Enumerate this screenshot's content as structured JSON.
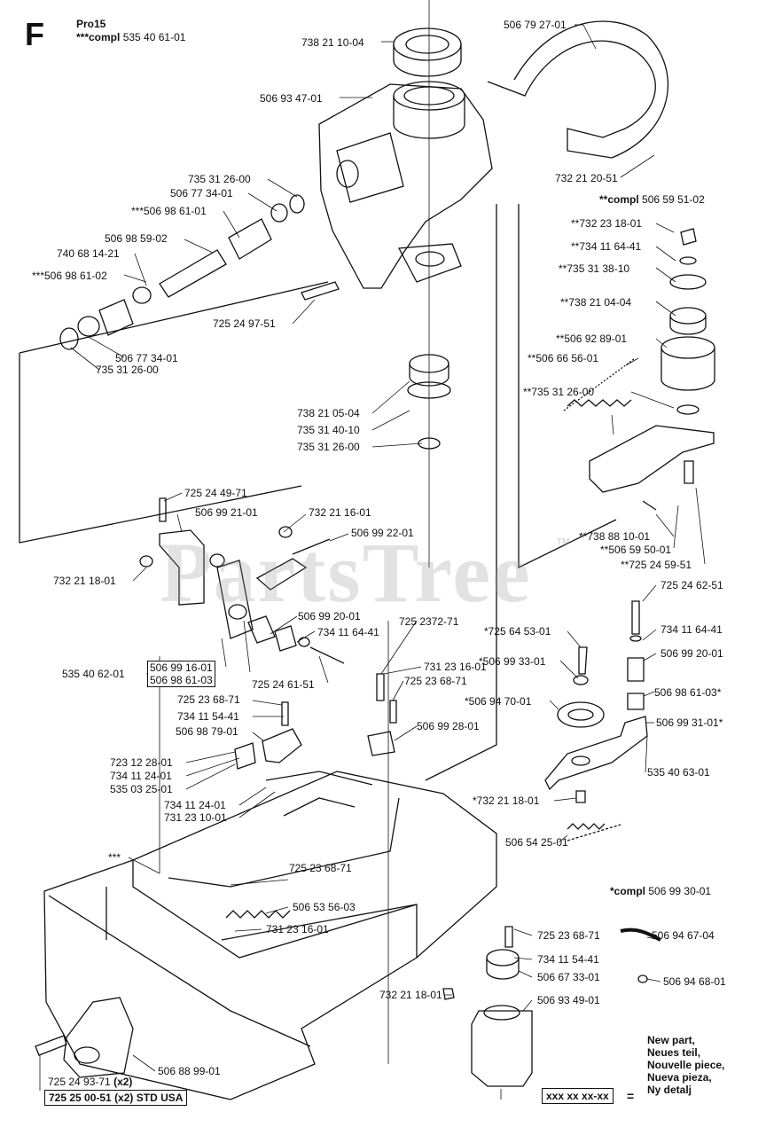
{
  "header": {
    "section_letter": "F",
    "model": "Pro15",
    "compl_prefix": "***compl",
    "compl_number": "535 40 61-01"
  },
  "watermark": {
    "text": "PartsTree",
    "tm": "TM"
  },
  "labels": {
    "p_738_21_10_04": "738 21 10-04",
    "p_506_79_27_01": "506 79 27-01",
    "p_506_93_47_01": "506 93 47-01",
    "p_732_21_20_51": "732 21 20-51",
    "p_735_31_26_00_a": "735 31 26-00",
    "p_506_77_34_01_a": "506 77 34-01",
    "p_506_98_61_01_a": "***506 98 61-01",
    "p_506_98_59_02": "506 98 59-02",
    "p_740_68_14_21": "740 68 14-21",
    "p_506_98_61_02": "***506 98 61-02",
    "p_725_24_97_51": "725 24 97-51",
    "p_506_77_34_01_b": "506 77 34-01",
    "p_735_31_26_00_b": "735 31 26-00",
    "compl_506_59_51_02_prefix": "**compl",
    "compl_506_59_51_02": "506 59 51-02",
    "p_732_23_18_01": "**732 23 18-01",
    "p_734_11_64_41_a": "**734 11 64-41",
    "p_735_31_38_10": "**735 31 38-10",
    "p_738_21_04_04": "**738 21 04-04",
    "p_506_92_89_01": "**506 92 89-01",
    "p_506_66_56_01": "**506 66 56-01",
    "p_735_31_26_00_c": "**735 31 26-00",
    "p_738_21_05_04": "738 21 05-04",
    "p_735_31_40_10": "735 31 40-10",
    "p_735_31_26_00_d": "735 31 26-00",
    "p_725_24_49_71": "725 24 49-71",
    "p_506_99_21_01": "506 99 21-01",
    "p_732_21_16_01": "732 21 16-01",
    "p_506_99_22_01": "506 99 22-01",
    "p_732_21_18_01_a": "732 21 18-01",
    "p_738_88_10_01": "**738 88 10-01",
    "p_506_59_50_01": "**506 59 50-01",
    "p_725_24_59_51": "**725 24 59-51",
    "p_725_24_62_51": "725 24 62-51",
    "p_506_99_20_01_a": "506 99 20-01",
    "p_734_11_64_41_b": "734 11 64-41",
    "p_535_40_62_01": "535 40 62-01",
    "p_506_99_16_01": "506 99 16-01",
    "p_506_98_61_03_a": "506 98 61-03",
    "p_725_24_61_51": "725 24 61-51",
    "p_725_64_53_01": "*725 64 53-01",
    "p_725_2372_71": "725 2372-71",
    "p_734_11_64_41_c": "734 11 64-41",
    "p_506_99_20_01_b": "506 99 20-01",
    "p_506_99_33_01": "*506 99 33-01",
    "p_731_23_16_01_a": "731 23 16-01",
    "p_725_23_68_71_a": "725 23 68-71",
    "p_725_23_68_71_b": "725 23 68-71",
    "p_506_98_61_03_b": "506 98 61-03*",
    "p_506_94_70_01": "*506 94 70-01",
    "p_506_99_31_01": "506 99 31-01*",
    "p_734_11_54_41_a": "734 11 54-41",
    "p_506_98_79_01": "506 98 79-01",
    "p_506_99_28_01": "506 99 28-01",
    "p_535_40_63_01": "535 40 63-01",
    "p_723_12_28_01": "723 12 28-01",
    "p_734_11_24_01_a": "734 11 24-01",
    "p_535_03_25_01": "535 03 25-01",
    "p_734_11_24_01_b": "734 11 24-01",
    "p_731_23_10_01": "731 23 10-01",
    "p_732_21_18_01_b": "*732 21 18-01",
    "p_506_54_25_01": "506 54 25-01",
    "p_star3": "***",
    "p_725_23_68_71_c": "725 23 68-71",
    "p_506_53_56_03": "506 53 56-03",
    "compl_506_99_30_01_prefix": "*compl",
    "compl_506_99_30_01": "506 99 30-01",
    "p_731_23_16_01_b": "731 23 16-01",
    "p_725_23_68_71_d": "725 23 68-71",
    "p_506_94_67_04": "506 94 67-04",
    "p_734_11_54_41_b": "734 11 54-41",
    "p_506_67_33_01": "506 67 33-01",
    "p_506_94_68_01": "506 94 68-01",
    "p_732_21_18_01_c": "732 21 18-01",
    "p_506_93_49_01": "506 93 49-01",
    "p_506_88_99_01": "506 88 99-01",
    "p_725_24_93_71": "725 24 93-71",
    "p_x2": "(x2)",
    "p_725_25_00_51": "725 25 00-51 (x2) STD USA"
  },
  "legend": {
    "placeholder": "xxx xx xx-xx",
    "equals": "=",
    "lines": [
      "New part,",
      "Neues teil,",
      "Nouvelle piece,",
      "Nueva pieza,",
      "Ny detalj"
    ]
  }
}
